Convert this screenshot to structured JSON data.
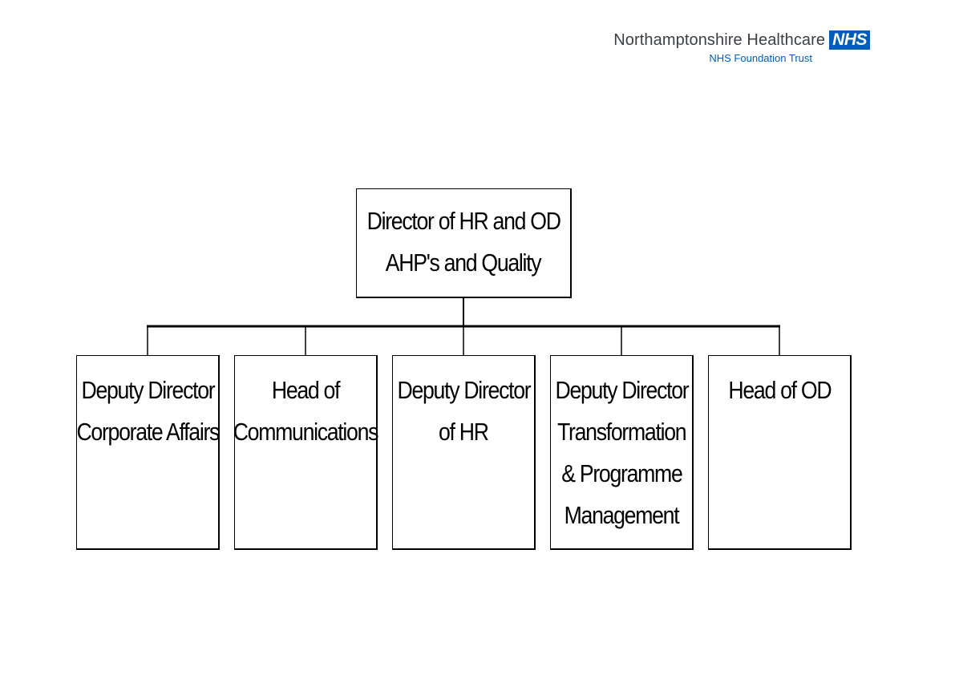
{
  "header": {
    "trust_name": "Northamptonshire Healthcare",
    "nhs_badge": "NHS",
    "trust_subtitle": "NHS Foundation Trust",
    "brand_color": "#005eb8"
  },
  "org_chart": {
    "top": {
      "lines": [
        "Director of HR and OD",
        "AHP's and Quality"
      ]
    },
    "children": [
      {
        "lines": [
          "Deputy Director",
          "Corporate Affairs"
        ]
      },
      {
        "lines": [
          "Head of",
          "Communications"
        ]
      },
      {
        "lines": [
          "Deputy Director",
          "of HR"
        ]
      },
      {
        "lines": [
          "Deputy Director",
          "Transformation",
          "& Programme",
          "Management"
        ]
      },
      {
        "lines": [
          "Head of OD"
        ]
      }
    ]
  }
}
